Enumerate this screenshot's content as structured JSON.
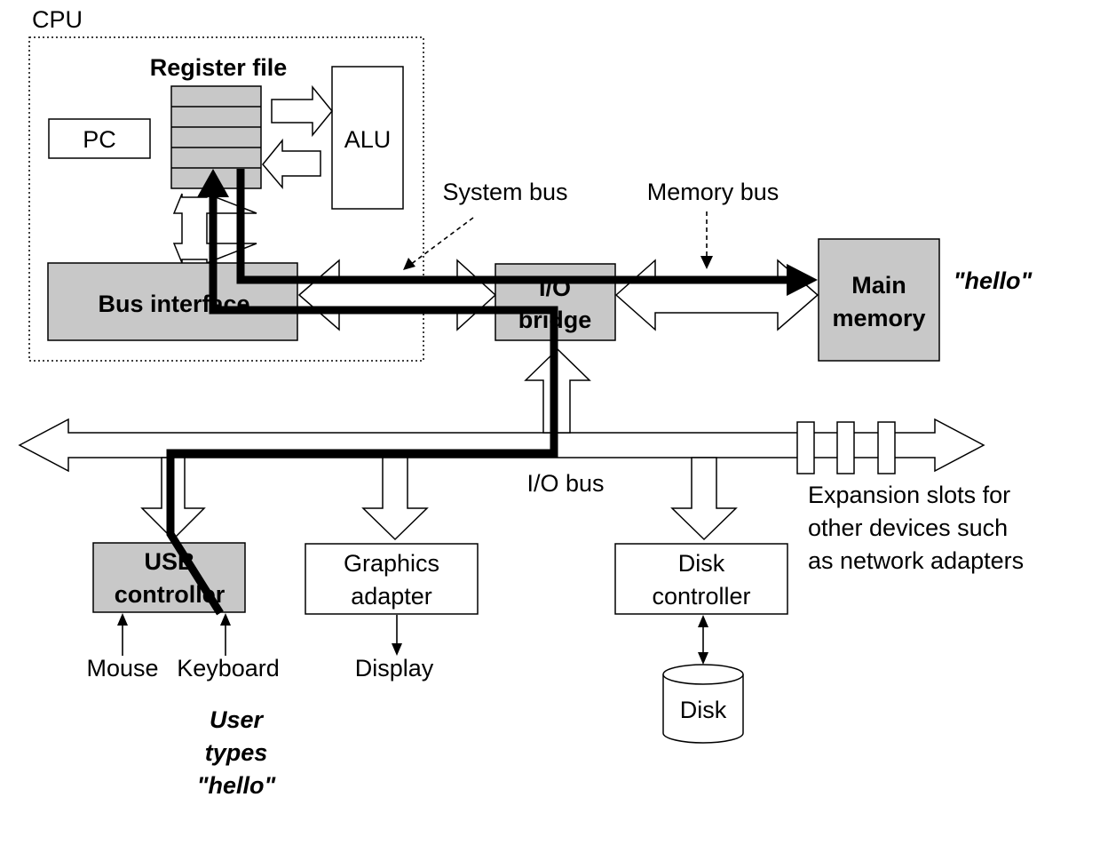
{
  "cpu": {
    "label": "CPU",
    "register_file": "Register file",
    "pc": "PC",
    "alu": "ALU",
    "bus_interface": "Bus interface"
  },
  "buses": {
    "system_bus": "System bus",
    "memory_bus": "Memory bus",
    "io_bus": "I/O bus"
  },
  "io_bridge": {
    "line1": "I/O",
    "line2": "bridge"
  },
  "main_memory": {
    "line1": "Main",
    "line2": "memory",
    "content": "\"hello\""
  },
  "usb_controller": {
    "line1": "USB",
    "line2": "controller",
    "devices": [
      "Mouse",
      "Keyboard"
    ]
  },
  "graphics_adapter": {
    "line1": "Graphics",
    "line2": "adapter",
    "output": "Display"
  },
  "disk_controller": {
    "line1": "Disk",
    "line2": "controller",
    "disk": "Disk"
  },
  "expansion": {
    "lines": [
      "Expansion slots for",
      "other devices such",
      "as network adapters"
    ]
  },
  "user_input": {
    "lines": [
      "User",
      "types",
      "\"hello\""
    ]
  },
  "colors": {
    "component_fill": "#c8c8c8",
    "path": "#000000"
  }
}
